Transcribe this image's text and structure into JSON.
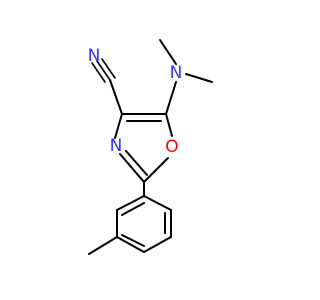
{
  "molecule": {
    "atom_labels": {
      "cyano_n": "N",
      "amine_n": "N",
      "ring_n": "N",
      "ring_o": "O"
    },
    "colors": {
      "bond": "#000000",
      "nitrogen": "#3333ff",
      "oxygen": "#ff0000",
      "background": "#ffffff"
    }
  }
}
